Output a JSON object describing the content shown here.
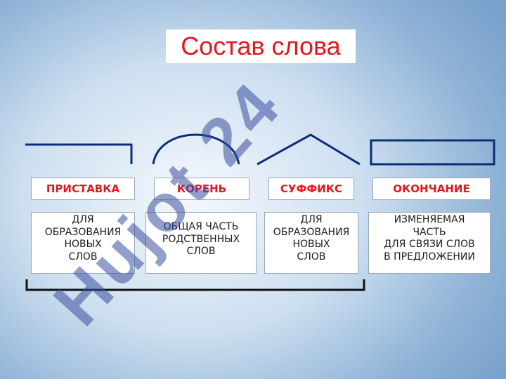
{
  "title": "Состав слова",
  "watermark": "Hujot 24",
  "columns": [
    {
      "symbol": "prefix-bracket-icon",
      "label": "ПРИСТАВКА",
      "description": "ДЛЯ\nОБРАЗОВАНИЯ\nНОВЫХ\nСЛОВ"
    },
    {
      "symbol": "root-arc-icon",
      "label": "КОРЕНЬ",
      "description": "ОБЩАЯ ЧАСТЬ\nРОДСТВЕННЫХ\nСЛОВ"
    },
    {
      "symbol": "suffix-caret-icon",
      "label": "СУФФИКС",
      "description": "ДЛЯ\nОБРАЗОВАНИЯ\nНОВЫХ\nСЛОВ"
    },
    {
      "symbol": "ending-box-icon",
      "label": "ОКОНЧАНИЕ",
      "description": "ИЗМЕНЯЕМАЯ\nЧАСТЬ\nДЛЯ СВЯЗИ СЛОВ\nВ ПРЕДЛОЖЕНИИ"
    }
  ],
  "bottom_symbol": "stem-bracket-icon",
  "colors": {
    "title": "#e3171f",
    "labels": "#e3171f",
    "symbols": "#0c2d7a",
    "watermark": "#3b4f9e"
  }
}
